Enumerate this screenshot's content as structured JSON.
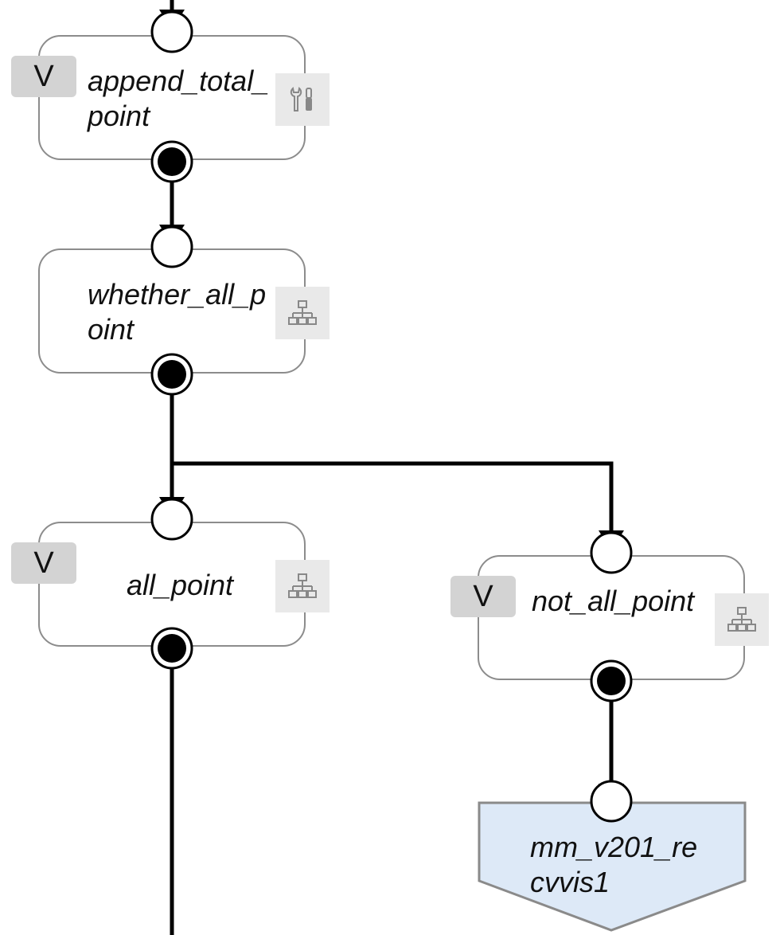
{
  "colors": {
    "node_border": "#8c8c8c",
    "node_fill": "#ffffff",
    "badge_fill": "#d3d3d3",
    "icon_fill": "#e9e9e9",
    "terminal_fill": "#dde9f7",
    "terminal_border": "#8a8a8a",
    "connector": "#000000"
  },
  "nodes": [
    {
      "id": "append_total_point",
      "label": "append_total_point",
      "badge": "V",
      "icon": "wrench-screwdriver-icon"
    },
    {
      "id": "whether_all_point",
      "label": "whether_all_point",
      "badge": "",
      "icon": "hierarchy-icon"
    },
    {
      "id": "all_point",
      "label": "all_point",
      "badge": "V",
      "icon": "hierarchy-icon"
    },
    {
      "id": "not_all_point",
      "label": "not_all_point",
      "badge": "V",
      "icon": "hierarchy-icon"
    }
  ],
  "terminal": {
    "id": "mm_v201_recvvis1",
    "label": "mm_v201_recvvis1"
  },
  "edges": [
    {
      "from": "append_total_point",
      "to": "whether_all_point"
    },
    {
      "from": "whether_all_point",
      "to": "all_point"
    },
    {
      "from": "whether_all_point",
      "to": "not_all_point"
    },
    {
      "from": "not_all_point",
      "to": "mm_v201_recvvis1"
    }
  ]
}
